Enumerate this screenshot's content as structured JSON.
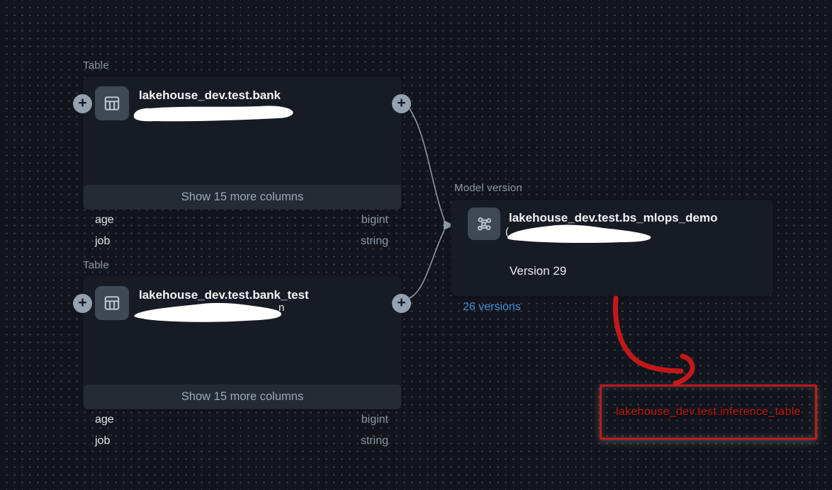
{
  "nodes": {
    "table1": {
      "kind_label": "Table",
      "title": "lakehouse_dev.test.bank",
      "columns": [
        {
          "name": "age",
          "type": "bigint"
        },
        {
          "name": "job",
          "type": "string"
        }
      ],
      "show_more_label": "Show 15 more columns"
    },
    "table2": {
      "kind_label": "Table",
      "title": "lakehouse_dev.test.bank_test",
      "redaction_remnant": "n",
      "columns": [
        {
          "name": "age",
          "type": "bigint"
        },
        {
          "name": "job",
          "type": "string"
        }
      ],
      "show_more_label": "Show 15 more columns"
    },
    "model": {
      "kind_label": "Model version",
      "title": "lakehouse_dev.test.bs_mlops_demo",
      "redaction_remnant": "(",
      "version_label": "Version 29",
      "versions_link": "26 versions"
    }
  },
  "annotation": {
    "highlight_text": "lakehouse_dev.test.inference_table"
  },
  "icons": {
    "plus": "+"
  },
  "colors": {
    "page_bg": "#12151c",
    "card_bg": "#171b24",
    "edge_gray": "#8b99a6",
    "link_blue": "#4090dd",
    "annotation_red": "#c41818"
  }
}
